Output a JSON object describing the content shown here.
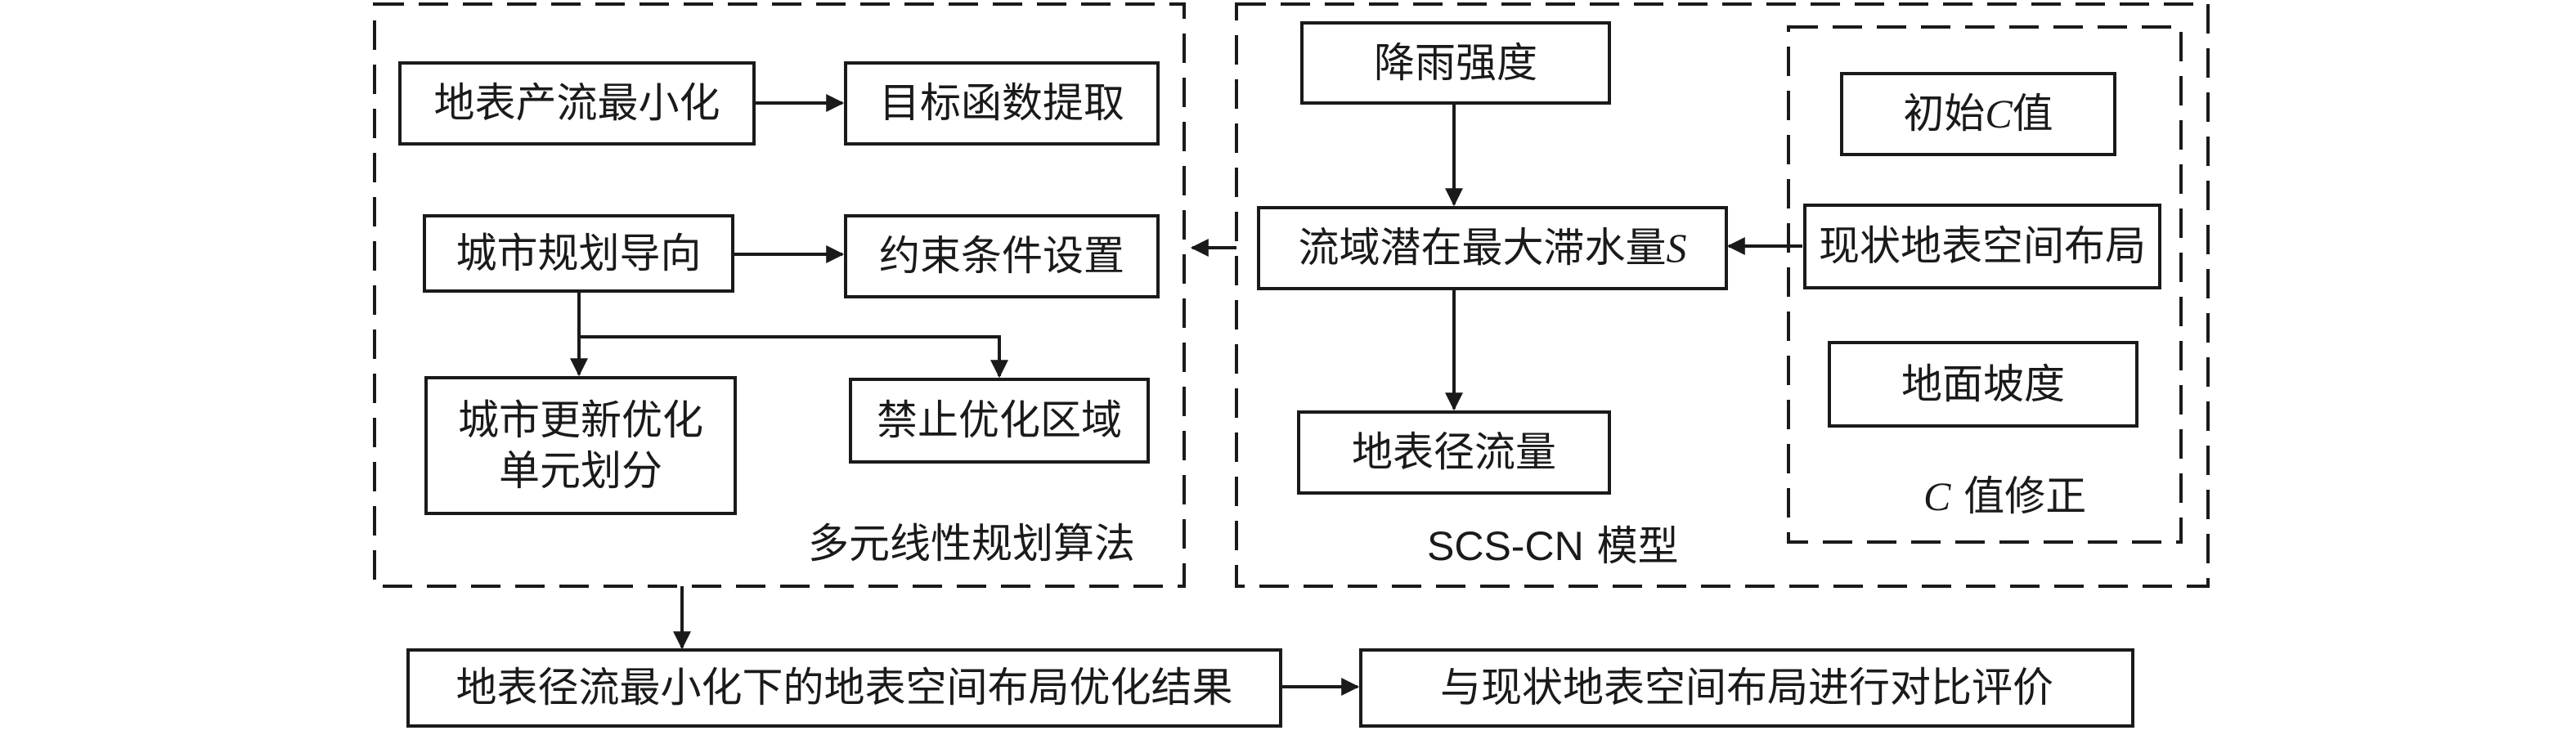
{
  "diagram": {
    "groups": {
      "lp": {
        "caption": "多元线性规划算法"
      },
      "scs": {
        "caption_latin": "SCS-CN",
        "caption_text": " 模型"
      },
      "c_fix": {
        "caption_symbol": "C",
        "caption_text": " 值修正"
      }
    },
    "nodes": {
      "min_runoff": "地表产流最小化",
      "objective": "目标函数提取",
      "urban_plan": "城市规划导向",
      "constraints": "约束条件设置",
      "unit_division_line1": "城市更新优化",
      "unit_division_line2": "单元划分",
      "forbidden": "禁止优化区域",
      "rain": "降雨强度",
      "retention_text": "流域潜在最大滞水量 ",
      "retention_symbol": "S",
      "runoff": "地表径流量",
      "initial_c_text1": "初始 ",
      "initial_c_symbol": "C",
      "initial_c_text2": " 值",
      "current_layout": "现状地表空间布局",
      "slope": "地面坡度",
      "result": "地表径流最小化下的地表空间布局优化结果",
      "compare": "与现状地表空间布局进行对比评价"
    },
    "edges": [
      {
        "from": "min_runoff",
        "to": "objective"
      },
      {
        "from": "urban_plan",
        "to": "constraints"
      },
      {
        "from": "urban_plan",
        "to": "unit_division"
      },
      {
        "from": "urban_plan",
        "to": "forbidden"
      },
      {
        "from": "rain",
        "to": "retention"
      },
      {
        "from": "retention",
        "to": "runoff"
      },
      {
        "from": "current_layout",
        "to": "retention"
      },
      {
        "from": "scs_model",
        "to": "lp_algorithm"
      },
      {
        "from": "lp_algorithm",
        "to": "result"
      },
      {
        "from": "result",
        "to": "compare"
      }
    ],
    "colors": {
      "line": "#1a1a1a",
      "background": "#ffffff"
    }
  }
}
